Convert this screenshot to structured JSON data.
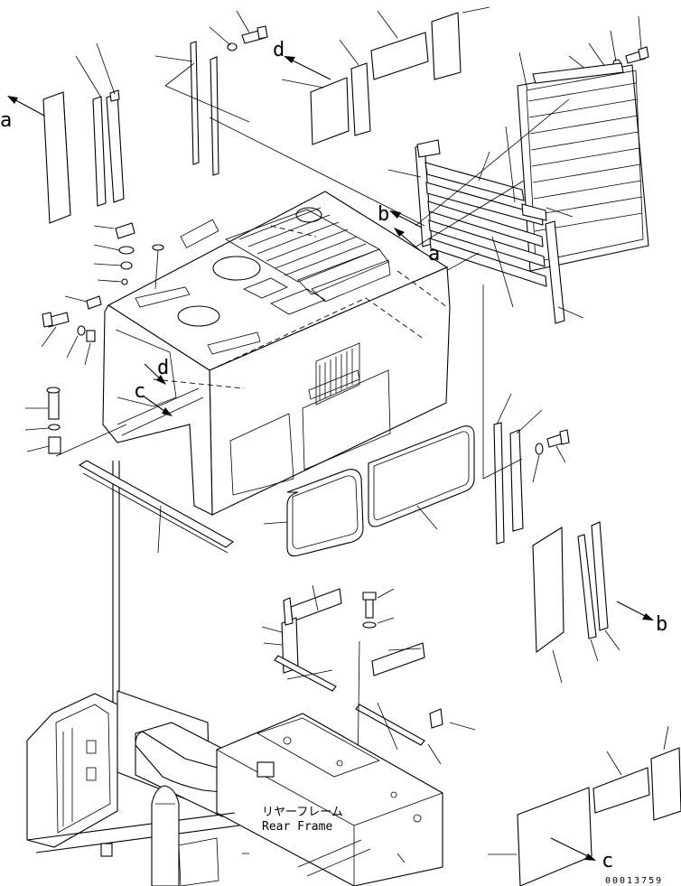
{
  "diagram": {
    "callouts": {
      "a1": "a",
      "a2": "a",
      "b1": "b",
      "b2": "b",
      "c1": "c",
      "c2": "c",
      "d1": "d",
      "d2": "d"
    },
    "rear_frame_jp": "リヤーフレーム",
    "rear_frame_en": "Rear Frame",
    "drawing_number": "00013759"
  }
}
